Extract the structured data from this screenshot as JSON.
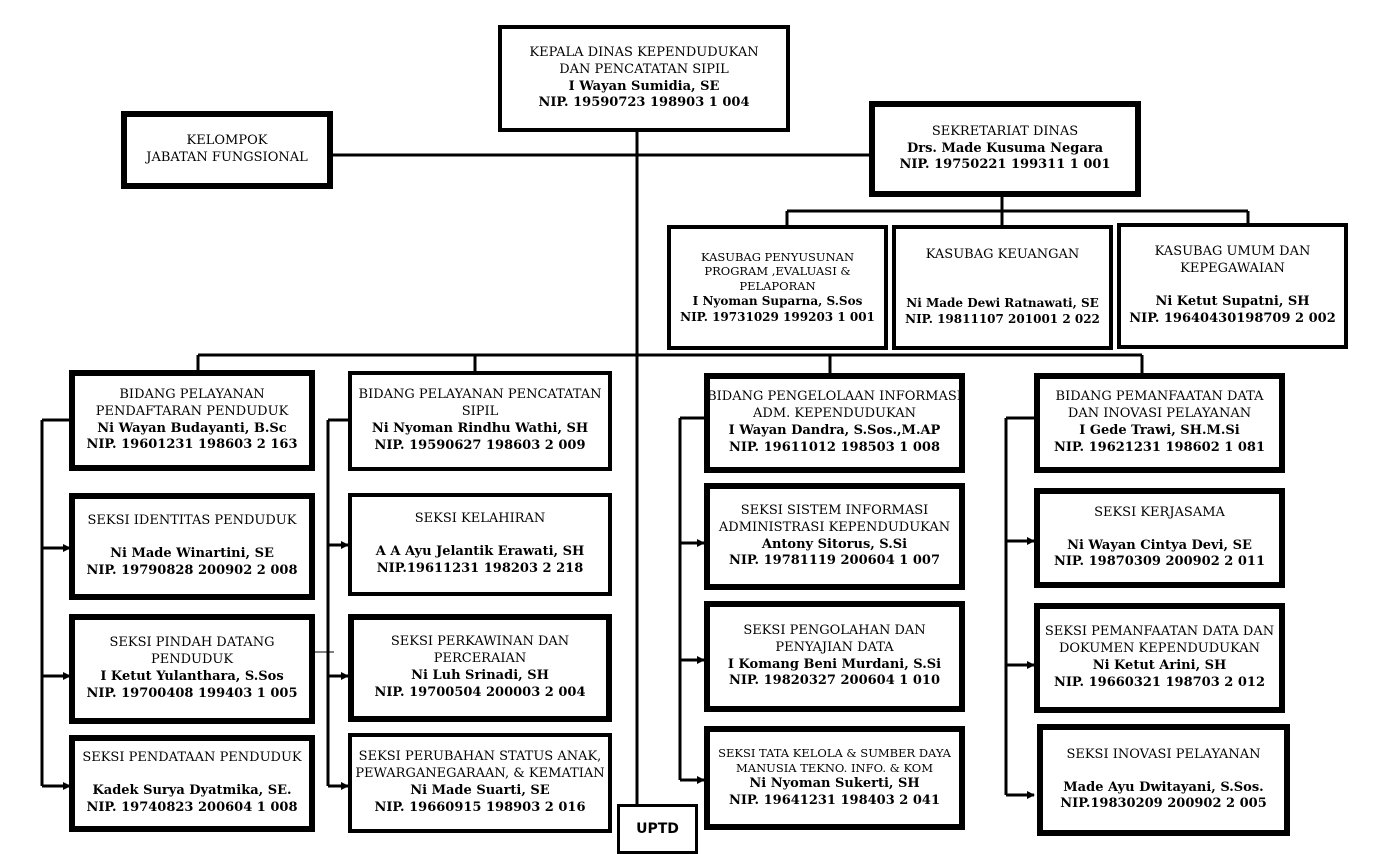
{
  "head": {
    "title_1": "KEPALA DINAS KEPENDUDUKAN",
    "title_2": "DAN PENCATATAN SIPIL",
    "name": "I Wayan Sumidia, SE",
    "nip": "NIP. 19590723 198903 1 004"
  },
  "fungsional": {
    "line_1": "KELOMPOK",
    "line_2": "JABATAN   FUNGSIONAL"
  },
  "sekretariat": {
    "title": "SEKRETARIAT DINAS",
    "name": "Drs. Made Kusuma Negara",
    "nip": "NIP. 19750221 199311 1 001"
  },
  "kasubag": [
    {
      "title_1": "KASUBAG PENYUSUNAN",
      "title_2": "PROGRAM ,EVALUASI &",
      "title_3": "PELAPORAN",
      "name": "I Nyoman Suparna, S.Sos",
      "nip": "NIP. 19731029 199203 1 001"
    },
    {
      "title_1": "KASUBAG KEUANGAN",
      "name": "Ni Made Dewi Ratnawati, SE",
      "nip": "NIP. 19811107 201001 2 022"
    },
    {
      "title_1": "KASUBAG UMUM DAN",
      "title_2": "KEPEGAWAIAN",
      "name": "Ni Ketut Supatni, SH",
      "nip": "NIP. 19640430198709 2 002"
    }
  ],
  "bidang": [
    {
      "title_1": "BIDANG PELAYANAN",
      "title_2": "PENDAFTARAN PENDUDUK",
      "name": "Ni Wayan Budayanti, B.Sc",
      "nip": "NIP. 19601231 198603 2 163",
      "seksi": [
        {
          "title_1": "SEKSI IDENTITAS PENDUDUK",
          "name": "Ni Made Winartini, SE",
          "nip": "NIP. 19790828 200902 2 008"
        },
        {
          "title_1": "SEKSI PINDAH DATANG",
          "title_2": "PENDUDUK",
          "name": "I Ketut Yulanthara, S.Sos",
          "nip": "NIP. 19700408 199403 1 005"
        },
        {
          "title_1": "SEKSI PENDATAAN PENDUDUK",
          "name": "Kadek Surya Dyatmika, SE.",
          "nip": "NIP. 19740823 200604 1 008"
        }
      ]
    },
    {
      "title_1": "BIDANG PELAYANAN PENCATATAN",
      "title_2": "SIPIL",
      "name": "Ni Nyoman Rindhu Wathi, SH",
      "nip": "NIP. 19590627 198603 2 009",
      "seksi": [
        {
          "title_1": "SEKSI KELAHIRAN",
          "name": "A A Ayu Jelantik Erawati, SH",
          "nip": "NIP.19611231 198203 2 218"
        },
        {
          "title_1": "SEKSI PERKAWINAN DAN",
          "title_2": "PERCERAIAN",
          "name": "Ni Luh Srinadi, SH",
          "nip": "NIP. 19700504 200003 2 004"
        },
        {
          "title_1": "SEKSI PERUBAHAN STATUS ANAK,",
          "title_2": "PEWARGANEGARAAN, & KEMATIAN",
          "name": "Ni Made Suarti, SE",
          "nip": "NIP. 19660915 198903 2 016"
        }
      ]
    },
    {
      "title_1": "BIDANG PENGELOLAAN INFORMASI",
      "title_2": "ADM. KEPENDUDUKAN",
      "name": "I Wayan Dandra, S.Sos.,M.AP",
      "nip": "NIP. 19611012 198503 1 008",
      "seksi": [
        {
          "title_1": "SEKSI SISTEM INFORMASI",
          "title_2": "ADMINISTRASI KEPENDUDUKAN",
          "name": "Antony Sitorus, S.Si",
          "nip": "NIP. 19781119 200604 1 007"
        },
        {
          "title_1": "SEKSI PENGOLAHAN DAN",
          "title_2": "PENYAJIAN DATA",
          "name": "I Komang Beni Murdani, S.Si",
          "nip": "NIP. 19820327 200604 1 010"
        },
        {
          "title_1": "SEKSI TATA KELOLA & SUMBER DAYA",
          "title_2": "MANUSIA TEKNO. INFO. & KOM",
          "name": "Ni Nyoman Sukerti, SH",
          "nip": "NIP. 19641231 198403 2 041"
        }
      ]
    },
    {
      "title_1": "BIDANG PEMANFAATAN DATA",
      "title_2": "DAN INOVASI PELAYANAN",
      "name": "I Gede Trawi, SH.M.Si",
      "nip": "NIP. 19621231 198602 1 081",
      "seksi": [
        {
          "title_1": "SEKSI KERJASAMA",
          "name": "Ni Wayan Cintya Devi, SE",
          "nip": "NIP. 19870309 200902 2 011"
        },
        {
          "title_1": "SEKSI PEMANFAATAN DATA DAN",
          "title_2": "DOKUMEN KEPENDUDUKAN",
          "name": "Ni Ketut Arini, SH",
          "nip": "NIP. 19660321 198703 2 012"
        },
        {
          "title_1": "SEKSI INOVASI PELAYANAN",
          "name": "Made Ayu Dwitayani, S.Sos.",
          "nip": "NIP.19830209 200902 2 005"
        }
      ]
    }
  ],
  "uptd": {
    "label": "UPTD"
  }
}
